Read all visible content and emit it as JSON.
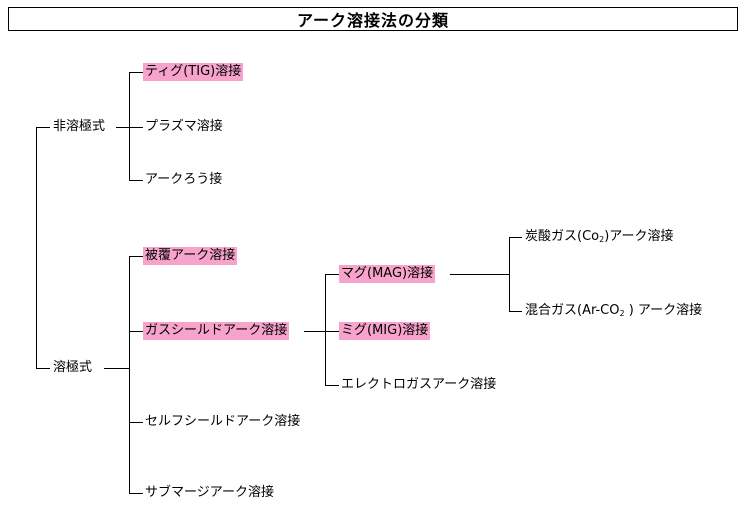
{
  "title": "アーク溶接法の分類",
  "highlight_color": "#f7a3cc",
  "categories": {
    "non_consumable": {
      "label": "非溶極式",
      "children": {
        "tig": "ティグ(TIG)溶接",
        "plasma": "プラズマ溶接",
        "arc_brazing": "アークろう接"
      }
    },
    "consumable": {
      "label": "溶極式",
      "children": {
        "covered": "被覆アーク溶接",
        "gas_shielded": "ガスシールドアーク溶接",
        "self_shielded": "セルフシールドアーク溶接",
        "submerged": "サブマージアーク溶接"
      }
    }
  },
  "gas_shielded_children": {
    "mag": "マグ(MAG)溶接",
    "mig": "ミグ(MIG)溶接",
    "electro_gas": "エレクトロガスアーク溶接"
  },
  "mag_children": {
    "co2": {
      "pre": "炭酸ガス(Co",
      "sub": "2",
      "post": ")アーク溶接"
    },
    "mixed": {
      "pre": "混合ガス(Ar-CO",
      "sub": "2",
      "post": " ) アーク溶接"
    }
  }
}
